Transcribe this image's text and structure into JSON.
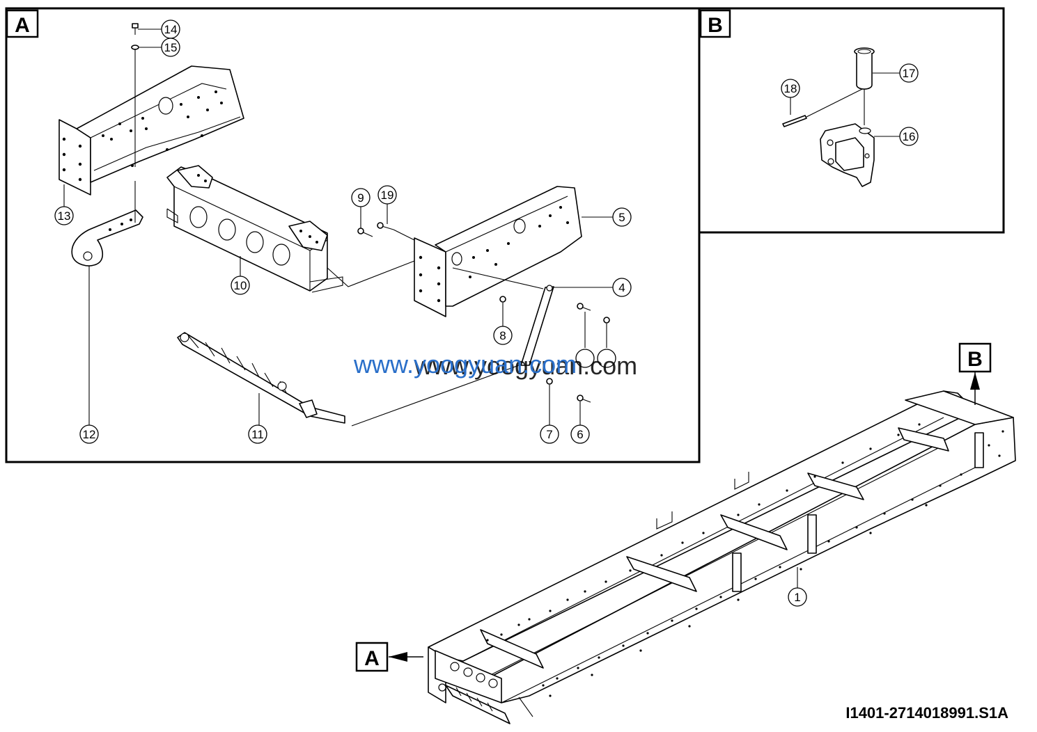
{
  "diagram": {
    "reference_code": "I1401-2714018991.S1A",
    "watermark_text": "www.yoogyuan.com",
    "watermark_color": "#2a6fc9",
    "sections": [
      {
        "letter": "A"
      },
      {
        "letter": "B"
      }
    ],
    "section_pointers": [
      {
        "letter": "A"
      },
      {
        "letter": "B"
      }
    ],
    "callouts": [
      {
        "number": "1"
      },
      {
        "number": "4"
      },
      {
        "number": "5"
      },
      {
        "number": "6"
      },
      {
        "number": "7"
      },
      {
        "number": "8"
      },
      {
        "number": "9"
      },
      {
        "number": "10"
      },
      {
        "number": "11"
      },
      {
        "number": "12"
      },
      {
        "number": "13"
      },
      {
        "number": "14"
      },
      {
        "number": "15"
      },
      {
        "number": "16"
      },
      {
        "number": "17"
      },
      {
        "number": "18"
      },
      {
        "number": "19"
      }
    ]
  }
}
